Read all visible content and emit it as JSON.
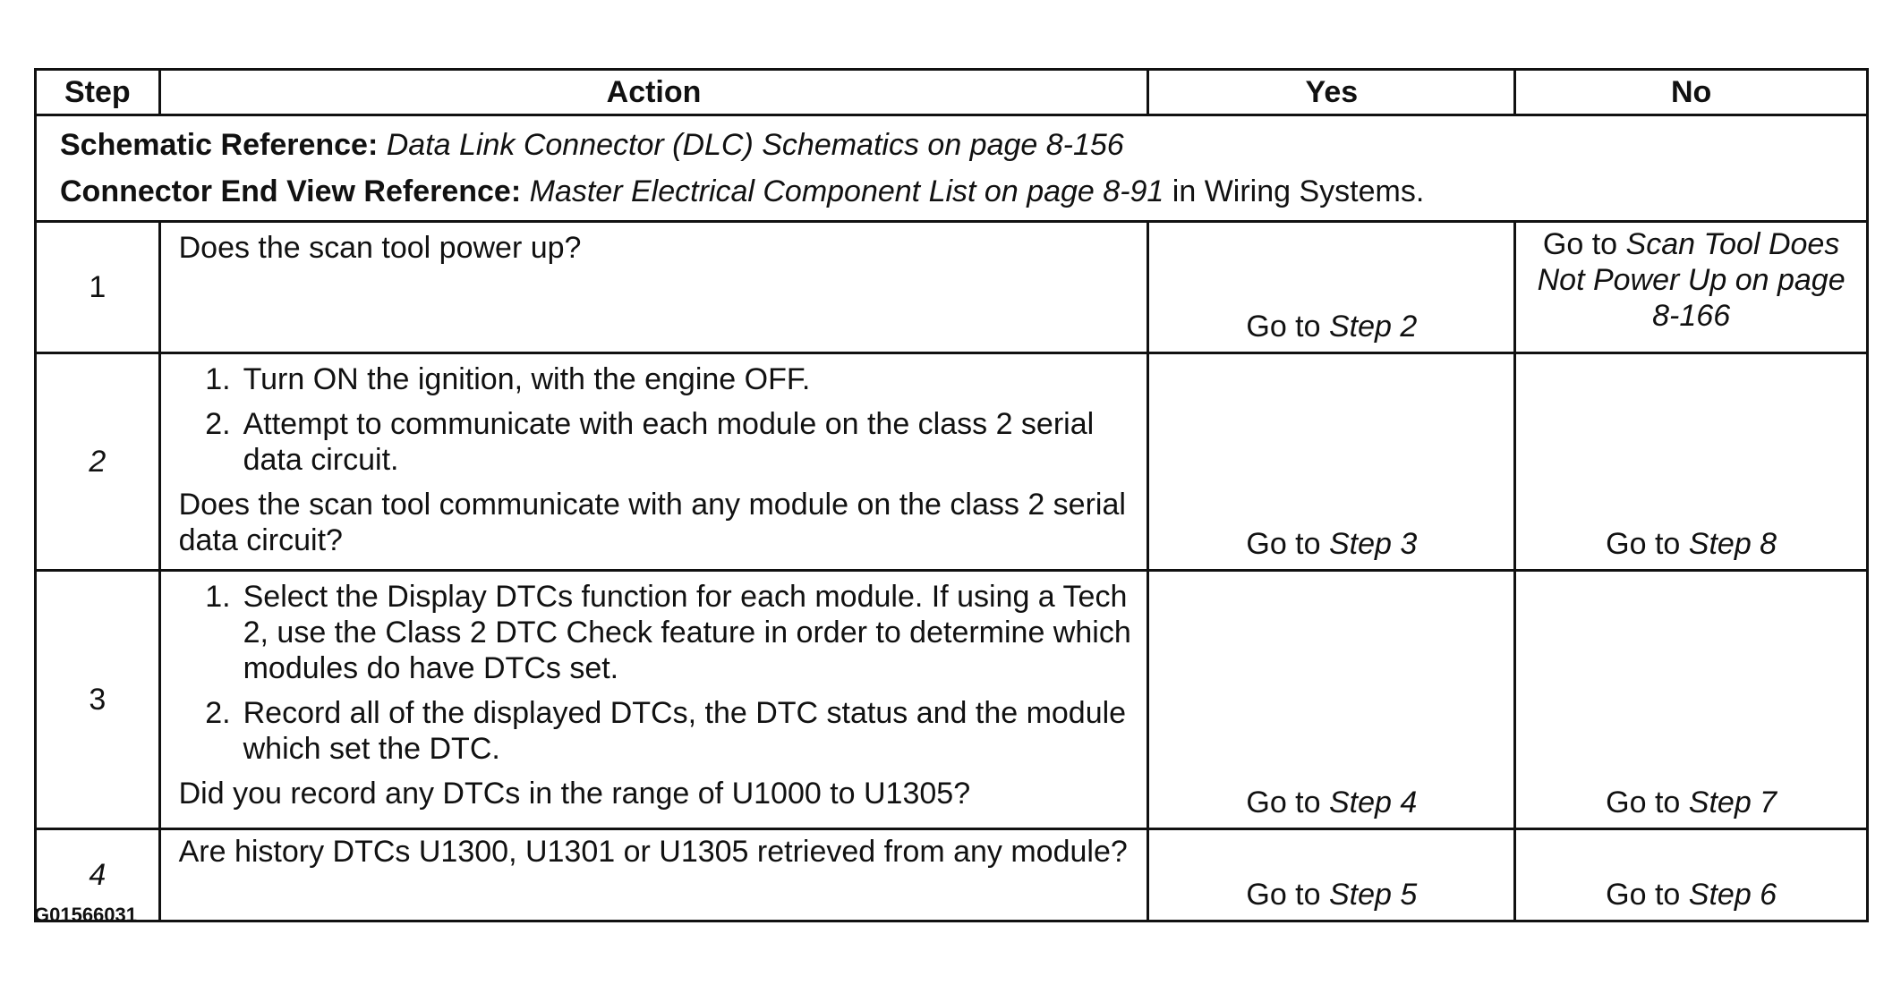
{
  "headers": {
    "step": "Step",
    "action": "Action",
    "yes": "Yes",
    "no": "No"
  },
  "references": {
    "schematic_label": "Schematic Reference:",
    "schematic_value": "Data Link Connector (DLC) Schematics on page 8-156",
    "connector_label": "Connector End View Reference:",
    "connector_value": "Master Electrical Component List on page 8-91",
    "connector_suffix": "in Wiring Systems."
  },
  "steps": [
    {
      "step": "1",
      "question": "Does the scan tool power up?",
      "yes_prefix": "Go to",
      "yes_target": "Step 2",
      "no_text": "Go to",
      "no_target": "Scan Tool Does Not Power Up on page 8-166"
    },
    {
      "step": "2",
      "items": [
        {
          "n": "1.",
          "text": "Turn ON the ignition, with the engine OFF."
        },
        {
          "n": "2.",
          "text": "Attempt to communicate with each module on the class 2 serial data circuit."
        }
      ],
      "question": "Does the scan tool communicate with any module on the class 2 serial data circuit?",
      "yes_prefix": "Go to",
      "yes_target": "Step 3",
      "no_prefix": "Go to",
      "no_target": "Step 8"
    },
    {
      "step": "3",
      "items": [
        {
          "n": "1.",
          "text": "Select the Display DTCs function for each module. If using a Tech 2, use the Class 2 DTC Check feature in order to determine which modules do have DTCs set."
        },
        {
          "n": "2.",
          "text": "Record all of the displayed DTCs, the DTC status and the module which set the DTC."
        }
      ],
      "question": "Did you record any DTCs in the range of U1000 to U1305?",
      "yes_prefix": "Go to",
      "yes_target": "Step 4",
      "no_prefix": "Go to",
      "no_target": "Step 7"
    },
    {
      "step": "4",
      "question": "Are history DTCs U1300, U1301 or U1305 retrieved from any module?",
      "yes_prefix": "Go to",
      "yes_target": "Step 5",
      "no_prefix": "Go to",
      "no_target": "Step 6"
    }
  ],
  "figure_id": "G01566031"
}
